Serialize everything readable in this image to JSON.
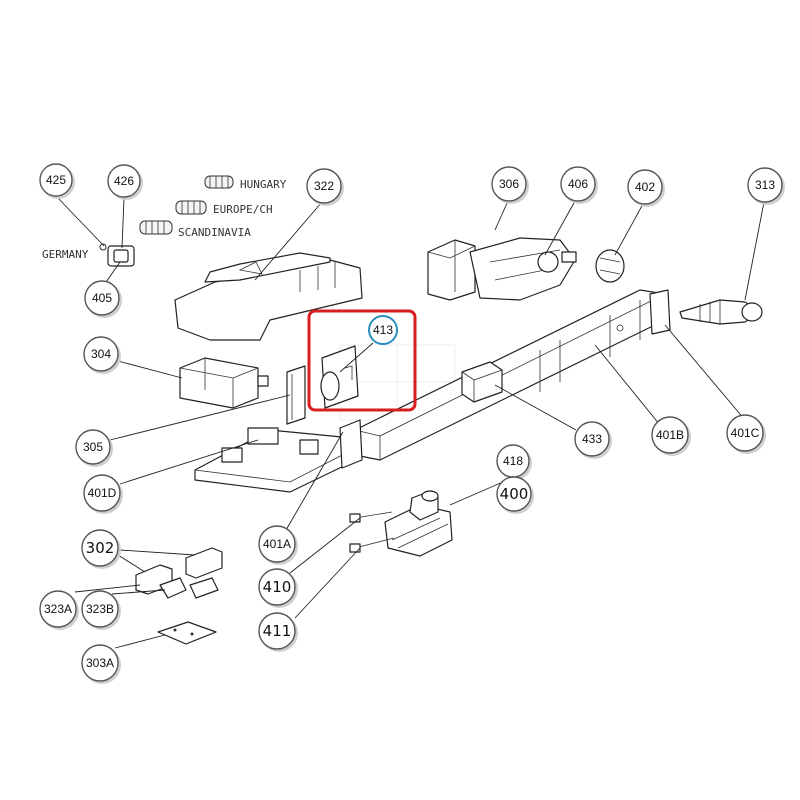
{
  "callouts": {
    "c425": "425",
    "c426": "426",
    "c322": "322",
    "c306": "306",
    "c406": "406",
    "c402": "402",
    "c313": "313",
    "c405": "405",
    "c304": "304",
    "c413": "413",
    "c305": "305",
    "c433": "433",
    "c401B": "401B",
    "c401C": "401C",
    "c401D": "401D",
    "c418": "418",
    "c400": "400",
    "c401A": "401A",
    "c302": "302",
    "c410": "410",
    "c323A": "323A",
    "c323B": "323B",
    "c411": "411",
    "c303A": "303A"
  },
  "labels": {
    "hungary": "HUNGARY",
    "europe": "EUROPE/CH",
    "scandinavia": "SCANDINAVIA",
    "germany": "GERMANY"
  },
  "colors": {
    "highlight_box": "#d81e1e",
    "highlight_circle": "#2a8fbd"
  }
}
